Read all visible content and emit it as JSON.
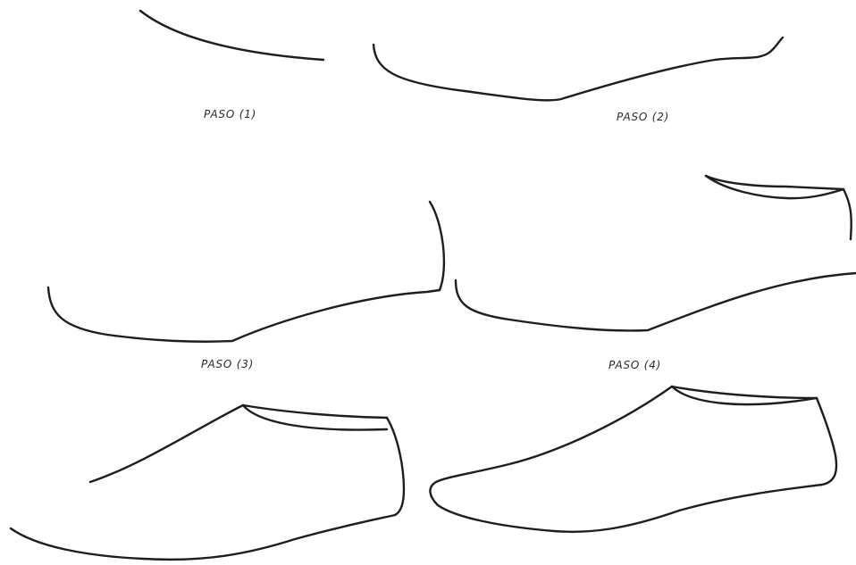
{
  "steps": [
    {
      "label": "PASO (1)"
    },
    {
      "label": "PASO (2)"
    },
    {
      "label": "PASO (3)"
    },
    {
      "label": "PASO (4)"
    }
  ],
  "colors": {
    "ink": "#1e1e1e",
    "background": "#ffffff"
  }
}
